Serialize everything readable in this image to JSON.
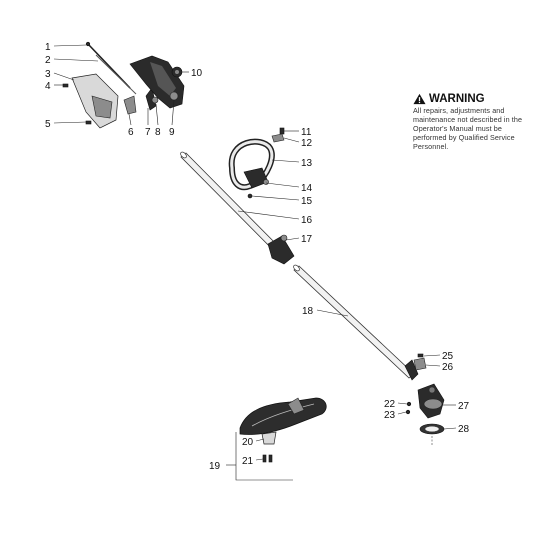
{
  "warning": {
    "title": "WARNING",
    "text": "All repairs, adjustments and maintenance not described in the Operator's Manual must be performed by Qualified Service Personnel.",
    "icon": "warning-triangle-icon"
  },
  "callouts": [
    "1",
    "2",
    "3",
    "4",
    "5",
    "6",
    "7",
    "8",
    "9",
    "10",
    "11",
    "12",
    "13",
    "14",
    "15",
    "16",
    "17",
    "18",
    "19",
    "20",
    "21",
    "22",
    "23",
    "25",
    "26",
    "27",
    "28"
  ]
}
